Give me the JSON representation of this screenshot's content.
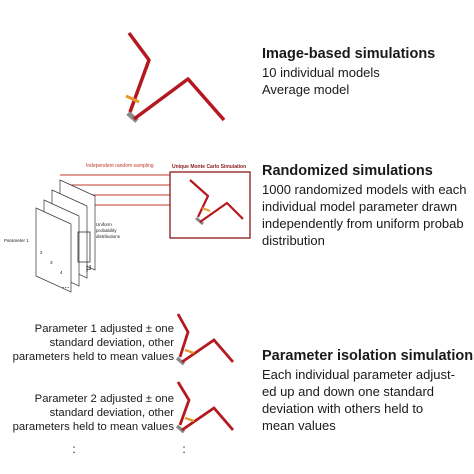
{
  "colors": {
    "rod": "#b5181f",
    "marker": "#e9962d",
    "base": "#8a8a8a",
    "arrow": "#c0392b",
    "frame": "#8b1a1a"
  },
  "section1": {
    "title": "Image-based simulations",
    "lines": [
      "10 individual models",
      "Average model"
    ]
  },
  "section2": {
    "title": "Randomized simulations",
    "lines": [
      "1000 randomized models with each",
      "individual model parameter drawn",
      "independently from uniform probab",
      "distribution"
    ],
    "sampling_label": "Independent random sampling",
    "monte_carlo_label": "Unique Monte Carlo Simulation",
    "stack_param_label": "Parameter 1",
    "distribution_label": [
      "Uniform",
      "probability",
      "distributions"
    ],
    "mu": "μ",
    "stack_numbers": [
      "2",
      "3",
      "4"
    ],
    "ellipsis": "..."
  },
  "section3": {
    "title": "Parameter isolation simulations",
    "lines": [
      "Each individual parameter adjust-",
      "ed up and down one standard",
      "deviation with others held to",
      "mean values"
    ],
    "param1": [
      "Parameter 1 adjusted ± one",
      "standard deviation, other",
      "parameters held to mean values"
    ],
    "param2": [
      "Parameter 2 adjusted ± one",
      "standard deviation, other",
      "parameters held to mean values"
    ],
    "ellipsis": ":"
  }
}
